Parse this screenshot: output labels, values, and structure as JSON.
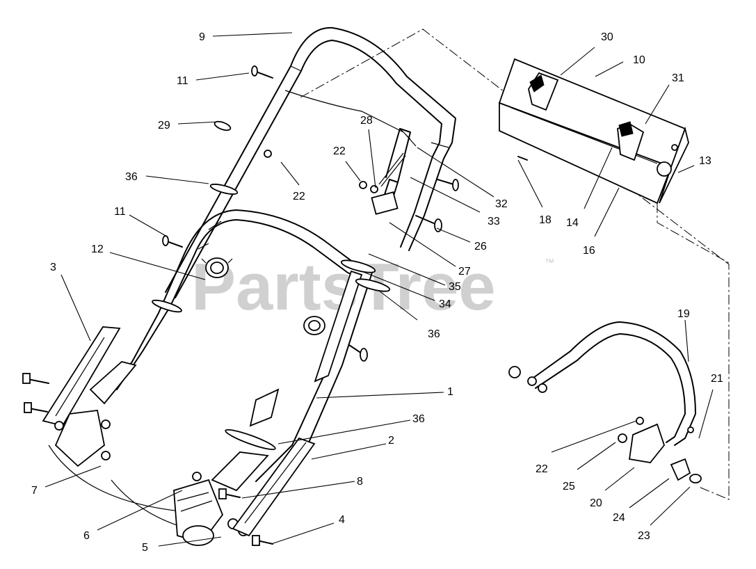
{
  "watermark": {
    "text": "PartsTree",
    "trademark": "™"
  },
  "callouts": {
    "c9": "9",
    "c30": "30",
    "c10": "10",
    "c11a": "11",
    "c31": "31",
    "c29": "29",
    "c28": "28",
    "c22a": "22",
    "c22b": "22",
    "c36a": "36",
    "c13": "13",
    "c32": "32",
    "c18": "18",
    "c14": "14",
    "c33": "33",
    "c11b": "11",
    "c26": "26",
    "c16": "16",
    "c12": "12",
    "c3": "3",
    "c27": "27",
    "c35": "35",
    "c34": "34",
    "c36b": "36",
    "c19": "19",
    "c1": "1",
    "c21": "21",
    "c36c": "36",
    "c2": "2",
    "c22c": "22",
    "c25": "25",
    "c8": "8",
    "c7": "7",
    "c20": "20",
    "c24": "24",
    "c4": "4",
    "c6": "6",
    "c23": "23",
    "c5": "5"
  }
}
